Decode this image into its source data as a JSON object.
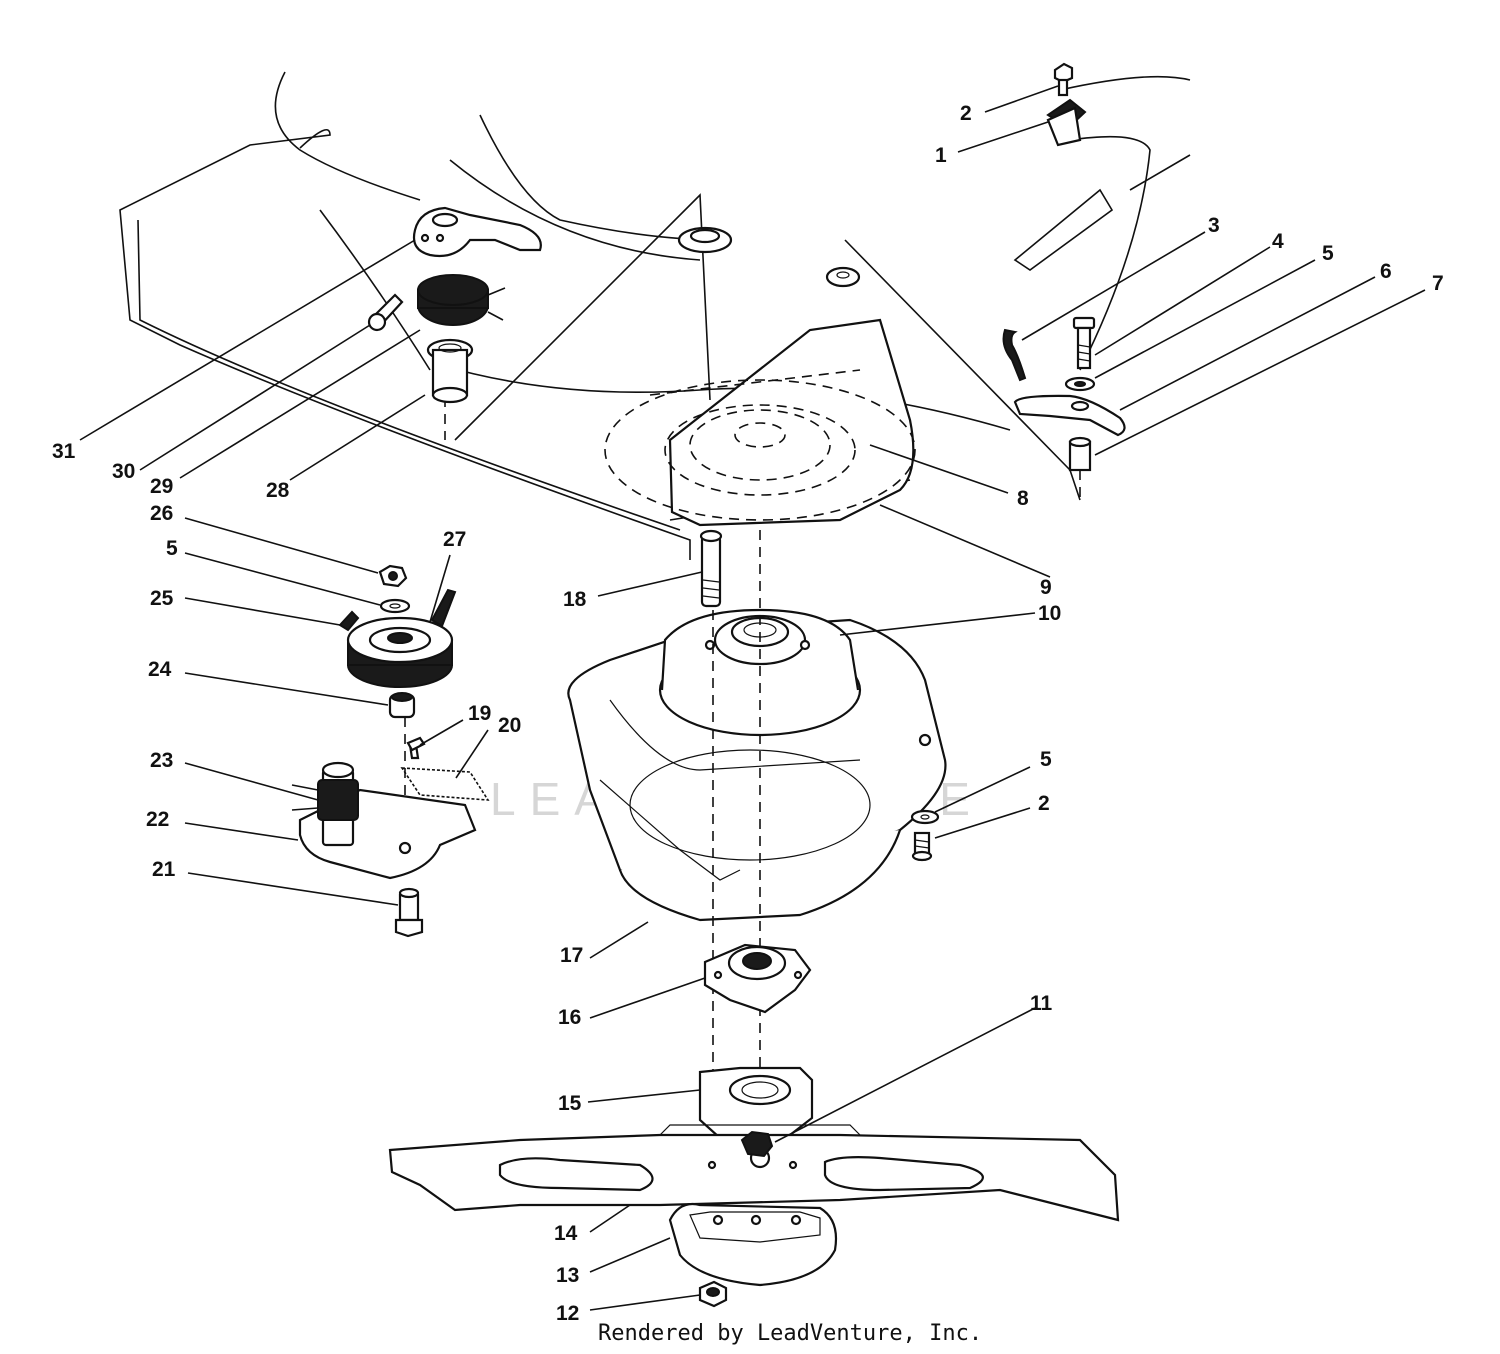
{
  "diagram": {
    "watermark": "LEADVENTURE",
    "credit": "Rendered by LeadVenture, Inc.",
    "callouts": [
      "1",
      "2",
      "3",
      "4",
      "5",
      "6",
      "7",
      "8",
      "9",
      "10",
      "11",
      "12",
      "13",
      "14",
      "15",
      "16",
      "17",
      "18",
      "19",
      "20",
      "21",
      "22",
      "23",
      "24",
      "25",
      "26",
      "27",
      "28",
      "29",
      "30",
      "31"
    ],
    "callouts_repeated": {
      "2": "2",
      "5": "5"
    }
  }
}
